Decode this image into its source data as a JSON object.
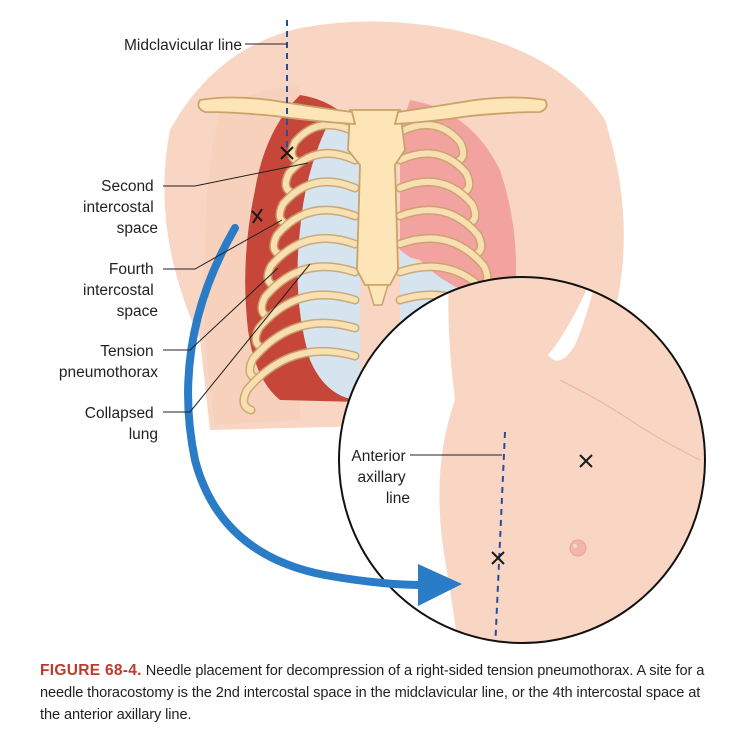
{
  "labels": {
    "midclavicular": "Midclavicular line",
    "second_ic": [
      "Second",
      "intercostal",
      "space"
    ],
    "fourth_ic": [
      "Fourth",
      "intercostal",
      "space"
    ],
    "tension": [
      "Tension",
      "pneumothorax"
    ],
    "collapsed": [
      "Collapsed",
      "lung"
    ],
    "anterior_axillary": [
      "Anterior",
      "axillary",
      "line"
    ]
  },
  "caption": {
    "figure_number": "FIGURE 68-4.",
    "text": "Needle placement for decompression of a right-sided tension pneumothorax. A site for a needle thoracostomy is the 2nd intercostal space in the midclavicular line, or the 4th intercostal space at the anterior axillary line."
  },
  "colors": {
    "skin": "#f9d6c4",
    "skin_shade": "#f3c3ab",
    "bone": "#fde5b8",
    "bone_outline": "#c8a36a",
    "lung_tension": "#c6473a",
    "lung_collapsed": "#d6e4f0",
    "lung_normal": "#f2a3a0",
    "arrow": "#2a7cc7",
    "dashed_line": "#2b4c9a",
    "caption_figure": "#c0392b"
  }
}
